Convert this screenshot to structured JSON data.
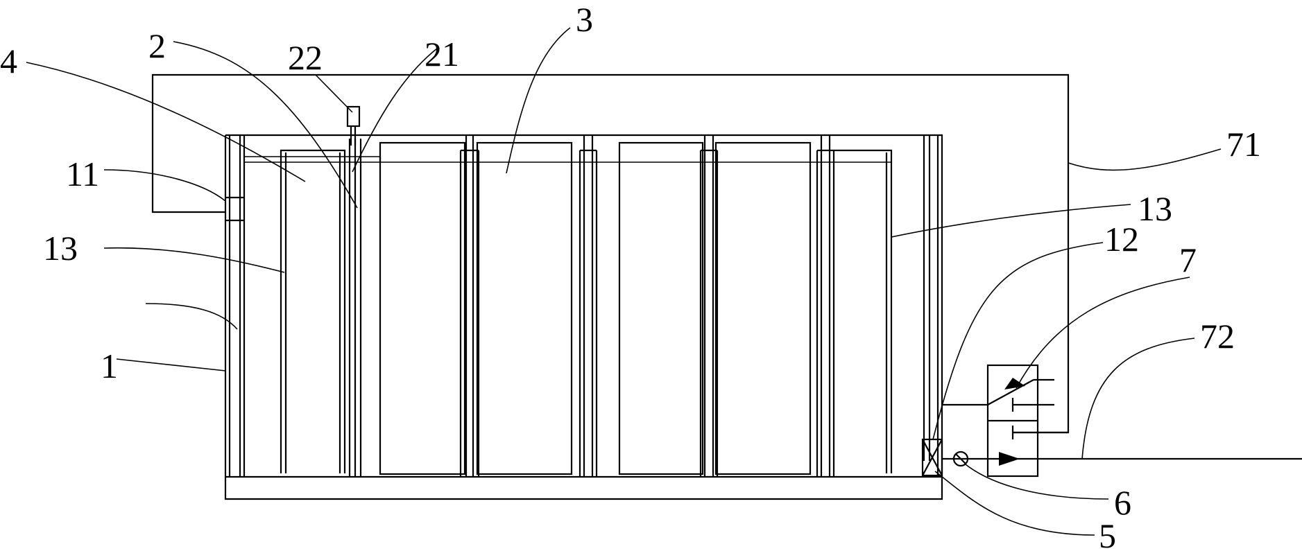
{
  "labels": {
    "l1": "1",
    "l2": "2",
    "l3": "3",
    "l4": "4",
    "l5": "5",
    "l6": "6",
    "l7": "7",
    "l11": "11",
    "l12": "12",
    "l13_left": "13",
    "l13_right": "13",
    "l21": "21",
    "l22": "22",
    "l71": "71",
    "l72": "72"
  }
}
